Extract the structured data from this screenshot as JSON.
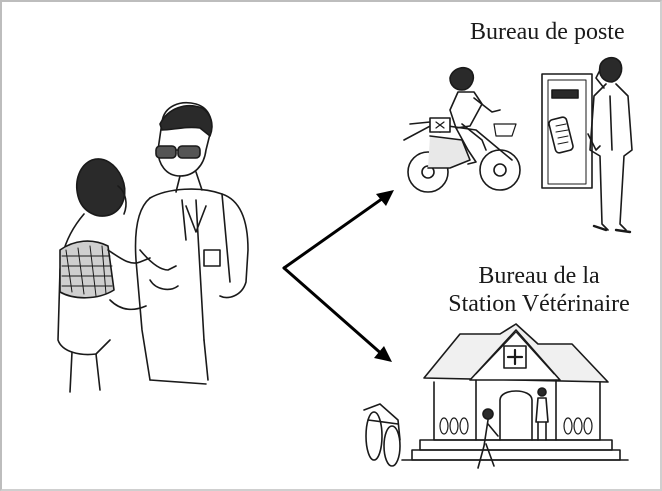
{
  "labels": {
    "post_office": "Bureau de poste",
    "vet_station_line1": "Bureau de la",
    "vet_station_line2": "Station Vétérinaire"
  },
  "colors": {
    "ink": "#1a1a1a",
    "arrow": "#000000",
    "border": "#bdbdbd"
  },
  "figures": {
    "left": "two-people-talking",
    "top_right": [
      "motorcyclist",
      "phone-booth",
      "man-on-phone"
    ],
    "bottom_right": [
      "veterinary-station-building",
      "parked-motorcycle",
      "person-walking",
      "person-standing"
    ]
  }
}
